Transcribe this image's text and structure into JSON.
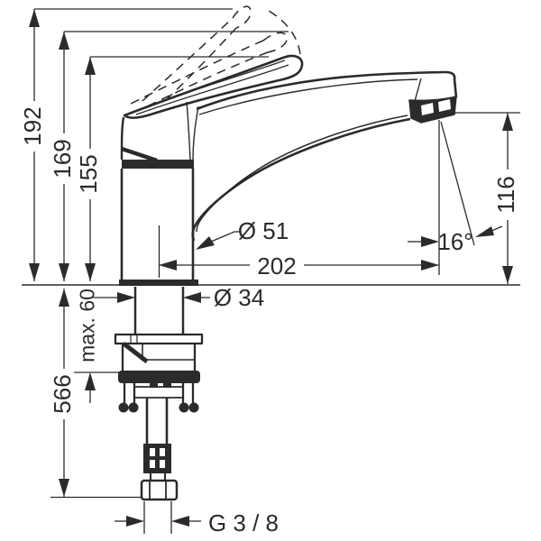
{
  "drawing": {
    "type": "technical-dimension-drawing",
    "subject": "single-lever kitchen mixer tap, side view with mounting hardware",
    "units": "mm",
    "line_color": "#2b2b2b",
    "background_color": "#ffffff",
    "labels": {
      "height_total": "192",
      "height_handle_mid": "169",
      "height_handle_closed": "155",
      "depth_below_deck": "566",
      "max_mounting_thickness": "max. 60",
      "spout_height": "116",
      "spout_reach": "202",
      "base_diameter": "Ø 51",
      "shank_diameter": "Ø 34",
      "spray_angle": "16°",
      "thread_size": "G 3 / 8"
    }
  }
}
